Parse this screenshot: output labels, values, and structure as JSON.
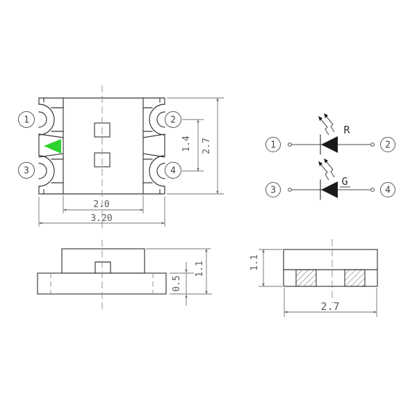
{
  "colors": {
    "line": "#333333",
    "dim_line": "#707070",
    "dim_text": "#5a5a5a",
    "polarity_mark": "#2fd32f"
  },
  "top_view": {
    "pins": {
      "p1": "1",
      "p2": "2",
      "p3": "3",
      "p4": "4"
    },
    "dims": {
      "pad_pitch": "1.4",
      "body_height": "2.7",
      "inner_width": "2.0",
      "overall_width": "3.20"
    }
  },
  "schematic": {
    "pins": {
      "p1": "1",
      "p2": "2",
      "p3": "3",
      "p4": "4"
    },
    "led1_label": "R",
    "led2_label": "G"
  },
  "side_view": {
    "dims": {
      "base_thickness": "0.5",
      "overall_height": "1.1"
    }
  },
  "end_view": {
    "dims": {
      "overall_height": "1.1",
      "overall_width": "2.7"
    }
  }
}
